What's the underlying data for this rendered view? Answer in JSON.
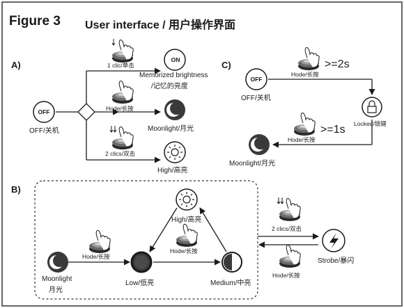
{
  "figure": {
    "number": "Figure 3",
    "title": "User interface / 用户操作界面"
  },
  "sections": {
    "a": "A)",
    "b": "B)",
    "c": "C)"
  },
  "section_a": {
    "off_button": "OFF",
    "off_label": "OFF/关机",
    "click_label": "1 clic/单击",
    "hold_label": "Hode/长按",
    "double_label": "2 clics/双击",
    "on_button": "ON",
    "memorized_label_1": "Memorized brightness",
    "memorized_label_2": "/记忆的亮度",
    "moonlight_label": "Moonlight/月光",
    "high_label": "High/高亮"
  },
  "section_c": {
    "off_button": "OFF",
    "off_label": "OFF/关机",
    "hold_top_label": "Hode/长按",
    "hold_top_duration": ">=2s",
    "locked_label": "Locked/锁键",
    "hold_bottom_label": "Hode/长按",
    "hold_bottom_duration": ">=1s",
    "moonlight_label": "Moonlight/月光"
  },
  "section_b": {
    "moonlight_label_1": "Moonlight",
    "moonlight_label_2": "月光",
    "hold_label": "Hode/长按",
    "low_label": "Low/低亮",
    "high_label": "High/高亮",
    "hold_mid_label": "Hode/长按",
    "medium_label": "Medium/中亮",
    "double_label": "2 clics/双击",
    "strobe_label": "Strobe/暴闪",
    "hold_strobe_label": "Hode/长按"
  },
  "colors": {
    "ink": "#1a1a1a",
    "mode_fill": "#3a3a3a",
    "button_fill": "#555555",
    "frame": "#333333"
  },
  "icons": [
    "tap-hand-icon",
    "button-press-icon",
    "moon-icon",
    "sun-icon",
    "half-circle-icon",
    "lock-icon",
    "lightning-icon"
  ]
}
